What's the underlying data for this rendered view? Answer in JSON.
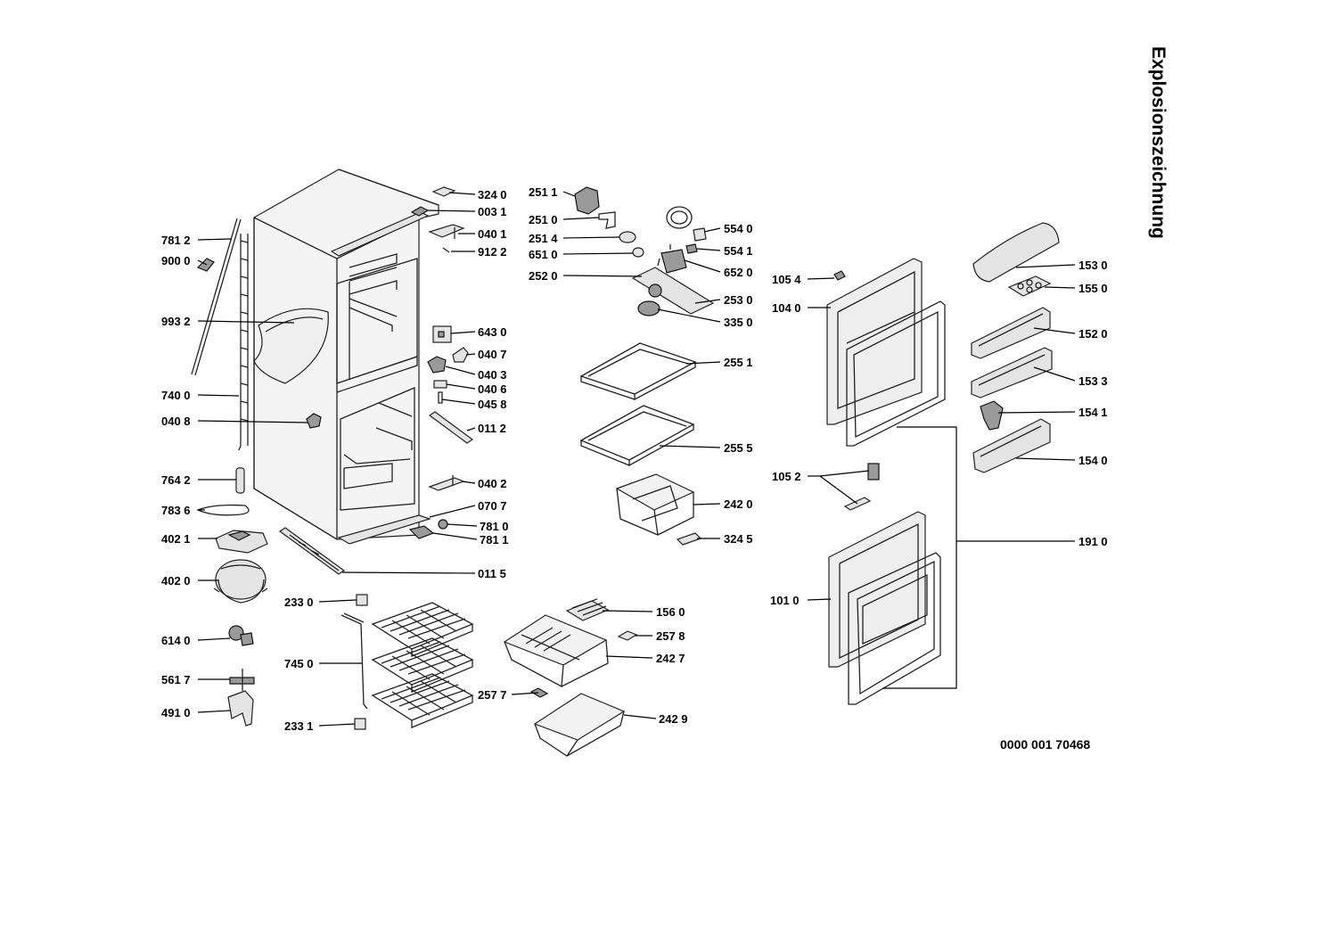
{
  "title": "Explosionszeichnung",
  "document_number": "0000 001 70468",
  "parts": {
    "p3240": "324 0",
    "p0031": "003 1",
    "p0401": "040 1",
    "p9122": "912 2",
    "p7812": "781 2",
    "p9000": "900 0",
    "p9932": "993 2",
    "p6430": "643 0",
    "p0407": "040 7",
    "p0403": "040 3",
    "p0406": "040 6",
    "p7400": "740 0",
    "p0458": "045 8",
    "p0408": "040 8",
    "p0112": "011 2",
    "p7642": "764 2",
    "p0402": "040 2",
    "p7836": "783 6",
    "p0707": "070 7",
    "p7810": "781 0",
    "p4021": "402 1",
    "p7811": "781 1",
    "p0115": "011 5",
    "p4020": "402 0",
    "p2330": "233 0",
    "p6140": "614 0",
    "p7450": "745 0",
    "p5617": "561 7",
    "p4910": "491 0",
    "p2331": "233 1",
    "p2511": "251 1",
    "p2510": "251 0",
    "p2514": "251 4",
    "p6510": "651 0",
    "p2520": "252 0",
    "p5540": "554 0",
    "p5541": "554 1",
    "p6520": "652 0",
    "p2530": "253 0",
    "p3350": "335 0",
    "p2551": "255 1",
    "p2555": "255 5",
    "p2420": "242 0",
    "p3245": "324 5",
    "p1560": "156 0",
    "p2578": "257 8",
    "p2427": "242 7",
    "p2577": "257 7",
    "p2429": "242 9",
    "p1054": "105 4",
    "p1040": "104 0",
    "p1052": "105 2",
    "p1010": "101 0",
    "p1530": "153 0",
    "p1550": "155 0",
    "p1520": "152 0",
    "p1533": "153 3",
    "p1541": "154 1",
    "p1540": "154 0",
    "p1910": "191 0"
  }
}
